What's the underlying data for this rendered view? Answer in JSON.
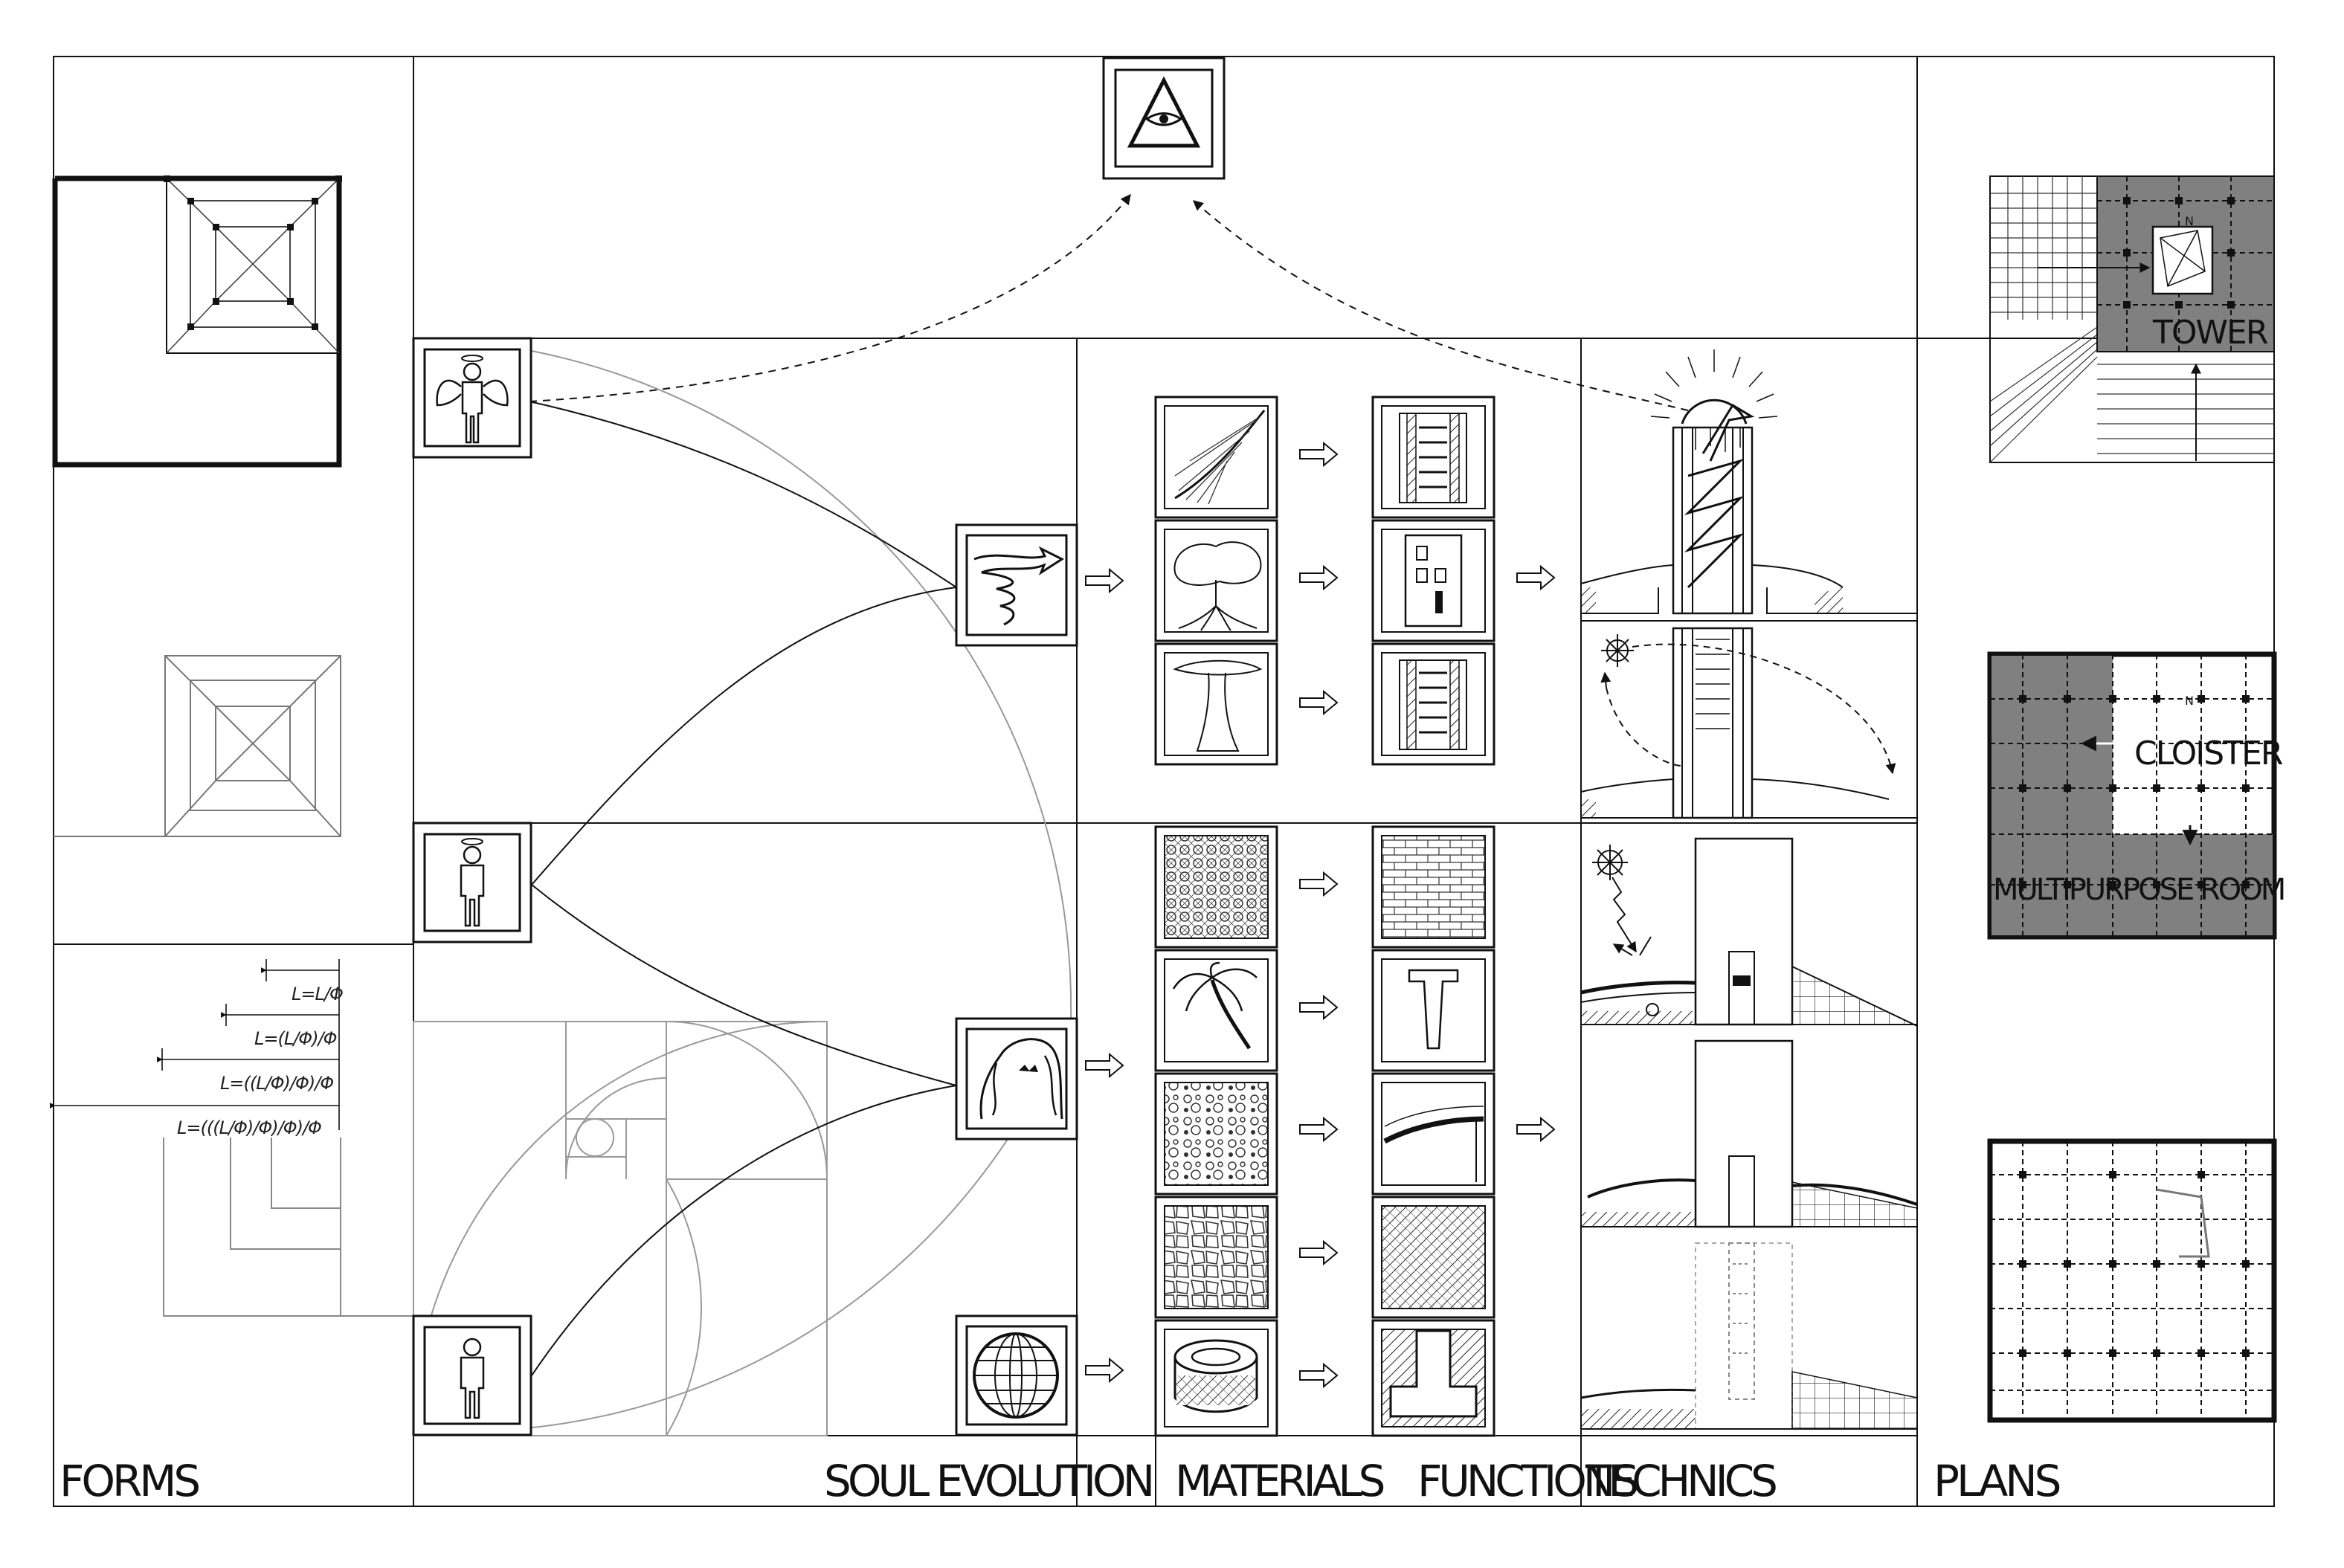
{
  "sections": {
    "forms": "FORMS",
    "soul_evolution": "SOUL EVOLUTION",
    "materials": "MATERIALS",
    "functions": "FUNCTIONS",
    "technics": "TECHNICS",
    "plans": "PLANS"
  },
  "formulas": {
    "f1": "L=L/Φ",
    "f2": "L=(L/Φ)/Φ",
    "f3": "L=((L/Φ)/Φ)/Φ",
    "f4": "L=(((L/Φ)/Φ)/Φ)/Φ"
  },
  "plans": {
    "tower": "TOWER",
    "cloister": "CLOISTER",
    "multipurpose": "MULTIPURPOSE ROOM",
    "north": "N"
  },
  "colors": {
    "line": "#111111",
    "thin": "#555555",
    "grey_fill": "#808080",
    "paper": "#ffffff"
  },
  "icons": {
    "apex": "all-seeing-eye-pyramid-icon",
    "angel": "winged-figure-icon",
    "halo_person": "haloed-person-icon",
    "spiral_ramp": "spiral-ramp-icon",
    "cave": "cave-icon",
    "globe": "globe-icon"
  }
}
